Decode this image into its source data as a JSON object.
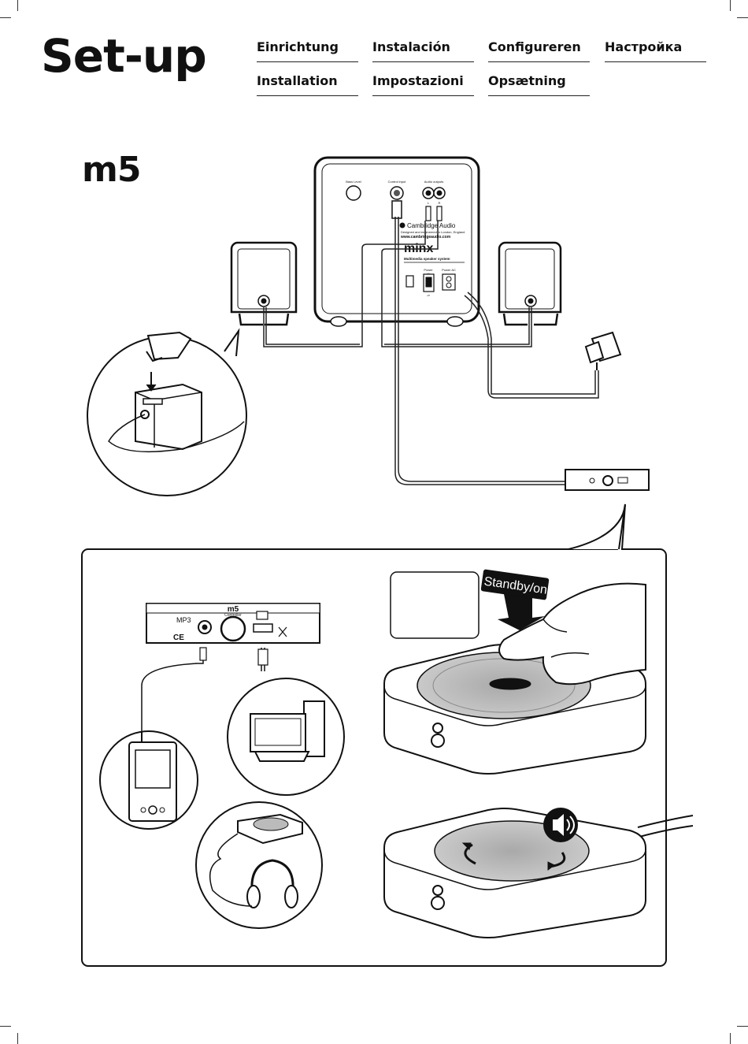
{
  "header": {
    "title": "Set-up",
    "languages": [
      "Einrichtung",
      "Instalación",
      "Configureren",
      "Настройка",
      "Installation",
      "Impostazioni",
      "Opsætning"
    ]
  },
  "model": "m5",
  "subwoofer": {
    "label_bass_level": "Bass Level",
    "label_control_input": "Control input",
    "label_audio_outputs": "Audio outputs",
    "label_left": "L",
    "label_right": "R",
    "brand": "Cambridge Audio",
    "tagline": "Designed and engineered in London, England",
    "url": "www.cambridgeaudio.com",
    "product": "minx",
    "subtitle": "Multimedia speaker system",
    "label_power": "Power",
    "label_on": "on",
    "label_off": "off",
    "label_power_ac": "Power AC"
  },
  "controller": {
    "brand": "m5",
    "name": "Controller",
    "mp3_label": "MP3",
    "ce_mark": "CE"
  },
  "standby_label": "Standby/on",
  "icons": [
    "speaker-icon",
    "power-plug-icon",
    "computer-icon",
    "mp3-player-icon",
    "headphones-icon",
    "hand-icon",
    "volume-icon",
    "usb-icon"
  ]
}
